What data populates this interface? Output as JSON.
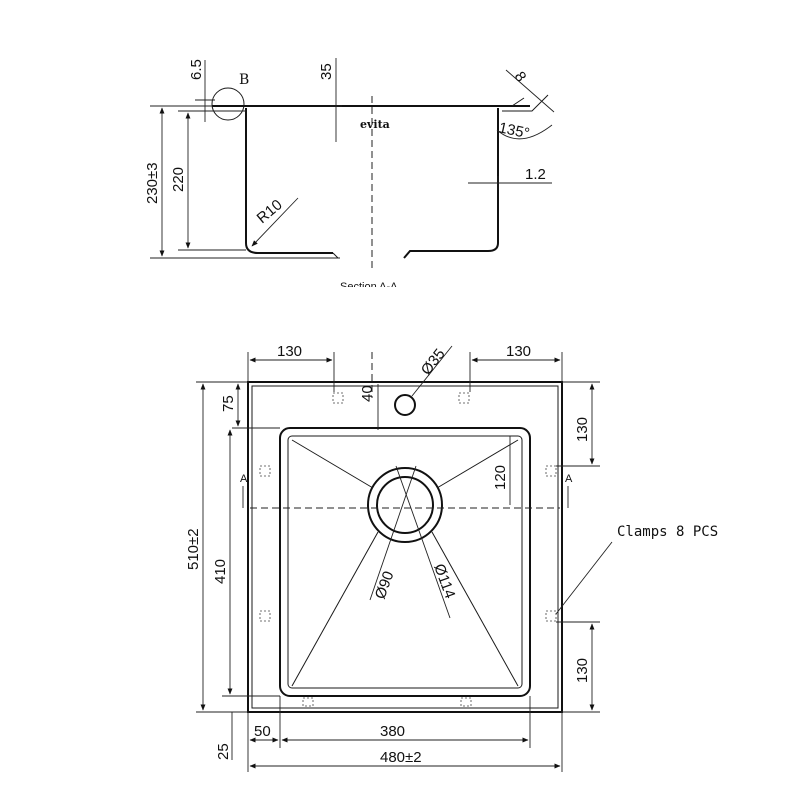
{
  "section_view": {
    "dims": {
      "lip_thickness": "6.5",
      "detail_marker": "B",
      "tap_offset": "35",
      "flange_width": "8",
      "flange_angle": "135°",
      "wall_thickness": "1.2",
      "total_height": "230±3",
      "bowl_depth": "220",
      "corner_radius": "R10"
    },
    "brand": "evita",
    "caption": "Section A-A"
  },
  "plan_view": {
    "dims": {
      "top_left_130": "130",
      "top_right_130": "130",
      "tap_hole": "Ø35",
      "tap_distance": "40",
      "left_75": "75",
      "right_top_130": "130",
      "drain_corner": "120",
      "section_left": "A",
      "section_right": "A",
      "outer_height": "510±2",
      "inner_height": "410",
      "drain_inner": "Ø90",
      "drain_outer": "Ø114",
      "right_bottom_130": "130",
      "left_50": "50",
      "inner_width": "380",
      "bottom_25": "25",
      "outer_width": "480±2"
    },
    "callout": "Clamps 8 PCS"
  }
}
